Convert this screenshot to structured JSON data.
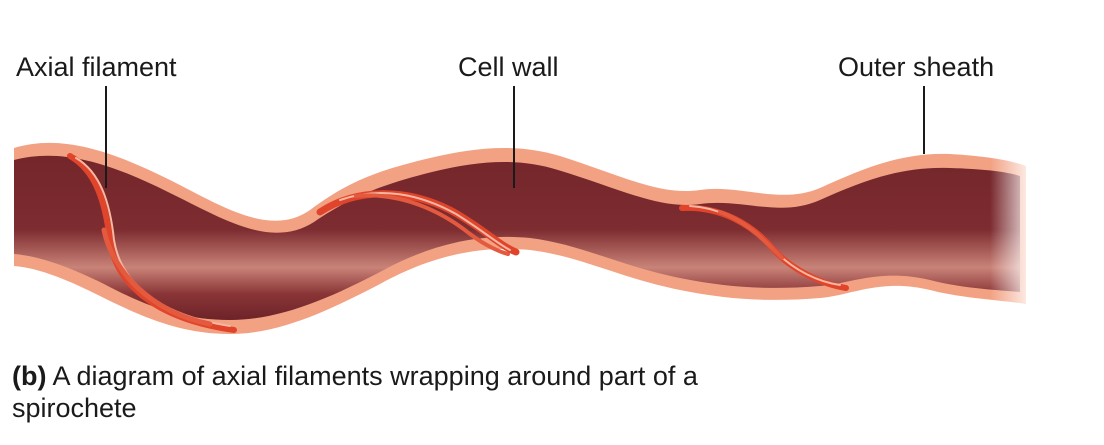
{
  "labels": {
    "axial_filament": "Axial filament",
    "cell_wall": "Cell wall",
    "outer_sheath": "Outer sheath"
  },
  "caption": {
    "panel": "(b)",
    "text": "A diagram of axial filaments wrapping around part of a spirochete"
  },
  "colors": {
    "cell_body_dark": "#74262b",
    "cell_body_light": "#c98378",
    "outer_sheath": "#f2a283",
    "axial_filament": "#e0452c",
    "leader_line": "#1a1a1a"
  }
}
